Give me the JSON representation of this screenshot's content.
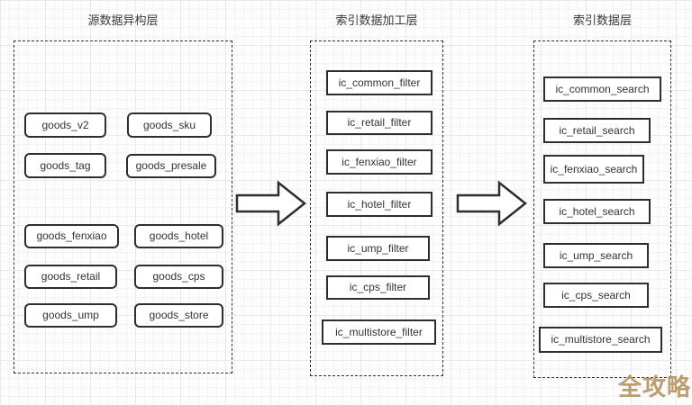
{
  "canvas": {
    "watermark": "全攻略"
  },
  "colors": {
    "node_border": "#2e2e2e",
    "node_fill": "#ffffff",
    "container_border": "#333333",
    "text": "#333333",
    "watermark": "#b7945f",
    "grid_minor": "#f4f4f4",
    "grid_major": "#e9e9e9"
  },
  "icons": {
    "arrow_source_to_processing": "right-block-arrow",
    "arrow_processing_to_index": "right-block-arrow"
  },
  "layers": {
    "source": {
      "title": "源数据异构层",
      "nodes": [
        "goods_v2",
        "goods_sku",
        "goods_tag",
        "goods_presale",
        "goods_fenxiao",
        "goods_hotel",
        "goods_retail",
        "goods_cps",
        "goods_ump",
        "goods_store"
      ]
    },
    "processing": {
      "title": "索引数据加工层",
      "nodes": [
        "ic_common_filter",
        "ic_retail_filter",
        "ic_fenxiao_filter",
        "ic_hotel_filter",
        "ic_ump_filter",
        "ic_cps_filter",
        "ic_multistore_filter"
      ]
    },
    "index": {
      "title": "索引数据层",
      "nodes": [
        "ic_common_search",
        "ic_retail_search",
        "ic_fenxiao_search",
        "ic_hotel_search",
        "ic_ump_search",
        "ic_cps_search",
        "ic_multistore_search"
      ]
    }
  }
}
